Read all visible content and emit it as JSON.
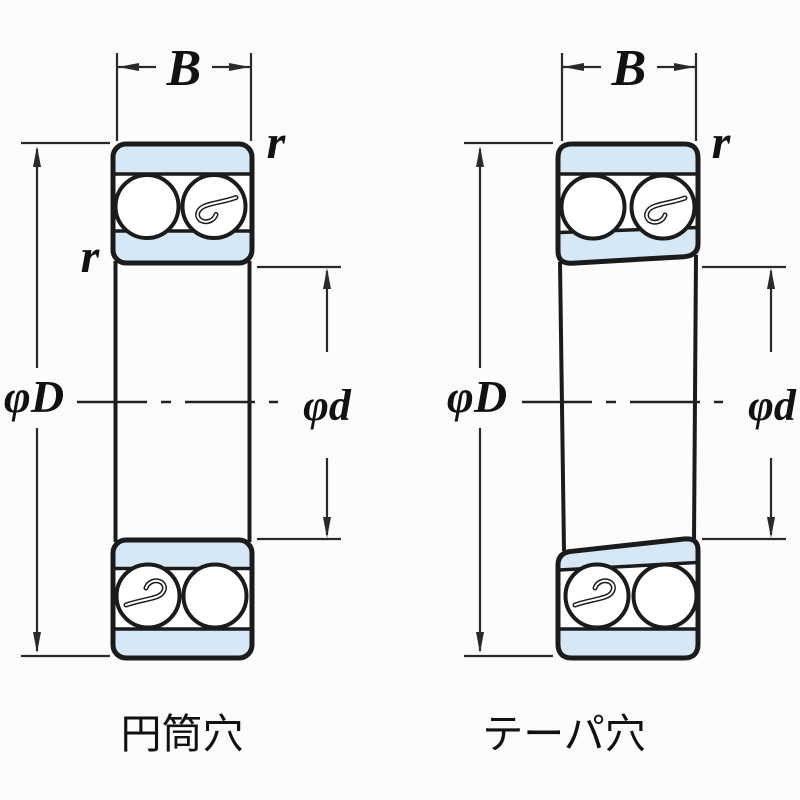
{
  "diagram": {
    "bearings": [
      {
        "id": "cylindrical-bore",
        "caption": "円筒穴",
        "labels": {
          "width": "B",
          "outer_diameter": "φD",
          "bore_diameter": "φd",
          "chamfer_top": "r",
          "chamfer_side": "r"
        }
      },
      {
        "id": "tapered-bore",
        "caption": "テーパ穴",
        "labels": {
          "width": "B",
          "outer_diameter": "φD",
          "bore_diameter": "φd",
          "chamfer_top": "r"
        }
      }
    ],
    "colors": {
      "ring_fill": "#d6e8f5",
      "line": "#1b1b1b",
      "dim_line": "#2a2a2a",
      "background": "#fcfcfc"
    }
  }
}
